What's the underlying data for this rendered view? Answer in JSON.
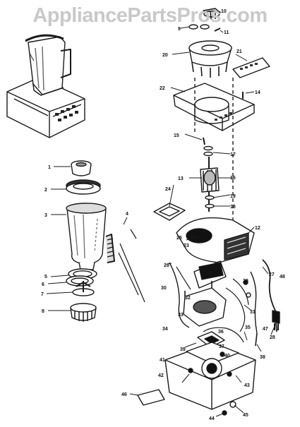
{
  "watermark": "AppliancePartsPros.com",
  "callouts": [
    "1",
    "2",
    "3",
    "4",
    "5",
    "6",
    "7",
    "8",
    "9",
    "10",
    "11",
    "12",
    "13",
    "14",
    "15",
    "16",
    "17",
    "18",
    "19",
    "20",
    "21",
    "22",
    "23",
    "24",
    "25",
    "26",
    "27",
    "28",
    "29",
    "30",
    "31",
    "32",
    "33",
    "34",
    "35",
    "36",
    "37",
    "38",
    "39",
    "40",
    "41",
    "42",
    "43",
    "44",
    "45",
    "46",
    "47",
    "48"
  ],
  "colors": {
    "ink": "#1a1a1a",
    "watermark": "#c9c9c9",
    "background": "#ffffff"
  }
}
